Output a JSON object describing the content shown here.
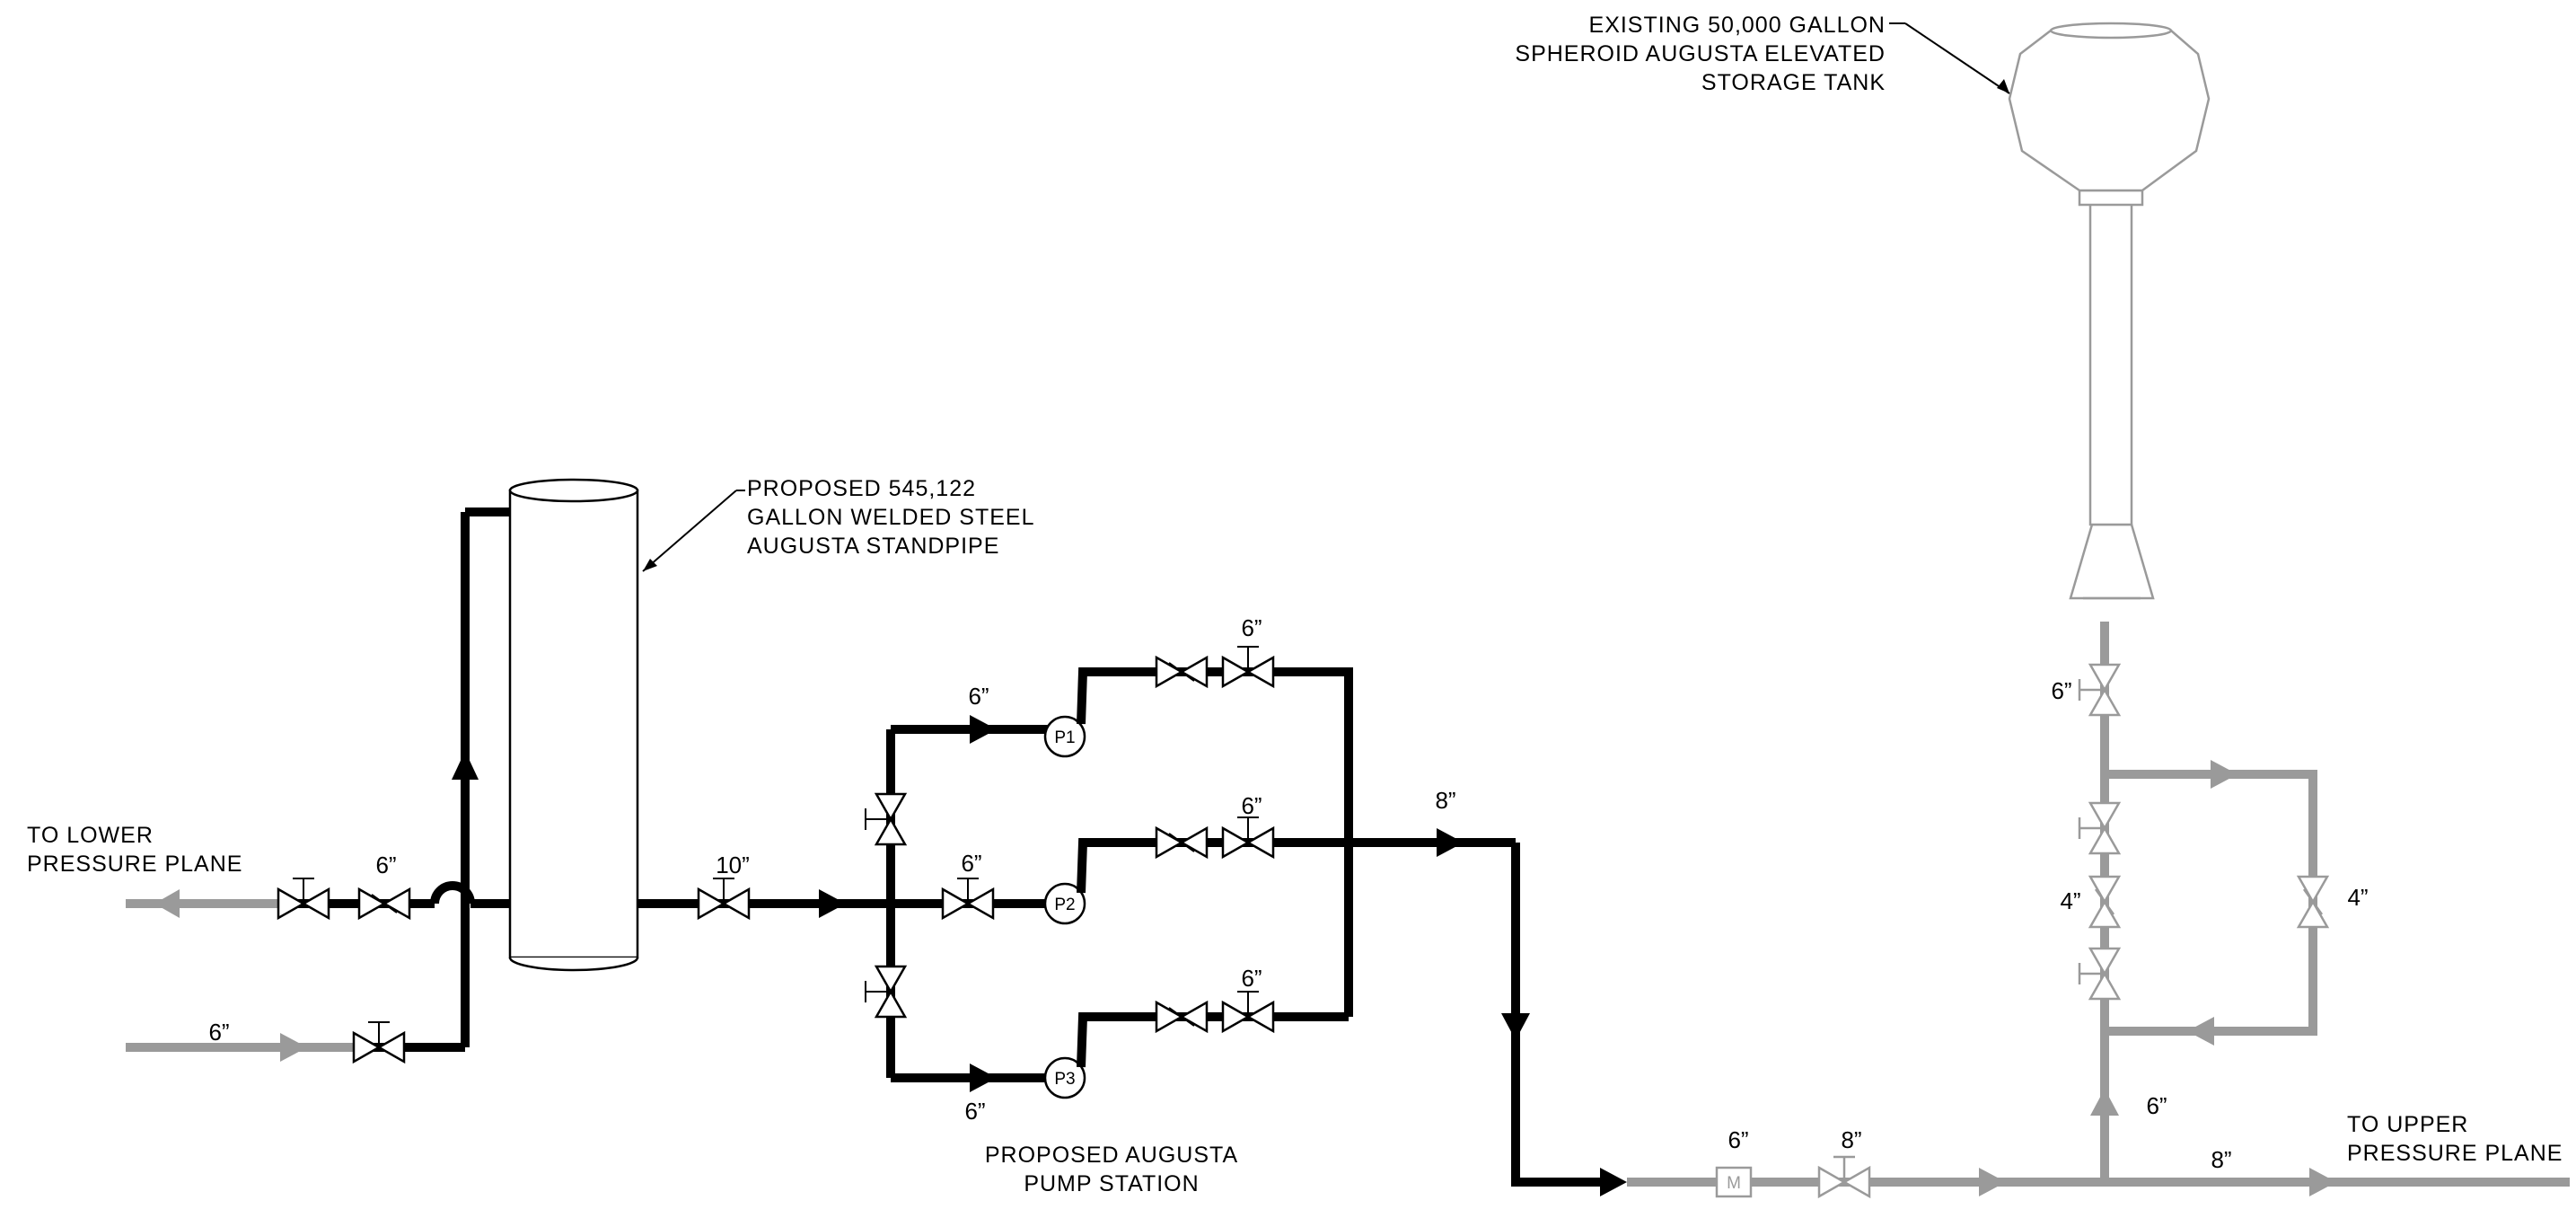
{
  "labels": {
    "to_lower_line1": "TO LOWER",
    "to_lower_line2": "PRESSURE PLANE",
    "to_upper_line1": "TO UPPER",
    "to_upper_line2": "PRESSURE PLANE",
    "standpipe_line1": "PROPOSED 545,122",
    "standpipe_line2": "GALLON WELDED STEEL",
    "standpipe_line3": "AUGUSTA STANDPIPE",
    "tank_line1": "EXISTING 50,000 GALLON",
    "tank_line2": "SPHEROID AUGUSTA ELEVATED",
    "tank_line3": "STORAGE TANK",
    "pump_station_line1": "PROPOSED AUGUSTA",
    "pump_station_line2": "PUMP STATION"
  },
  "pumps": [
    "P1",
    "P2",
    "P3"
  ],
  "pipe_sizes": {
    "inlet_top": "6”",
    "inlet_bottom": "6”",
    "standpipe_out": "10”",
    "p1_suction": "6”",
    "p2_suction": "6”",
    "p3_suction": "6”",
    "p1_discharge": "6”",
    "p2_discharge": "6”",
    "p3_discharge": "6”",
    "header": "8”",
    "meter": "6”",
    "main_valve": "8”",
    "upper_main": "8”",
    "riser": "6”",
    "tank_outlet": "6”",
    "bypass_left": "4”",
    "bypass_right": "4”"
  },
  "meter_symbol": "M",
  "colors": {
    "proposed": "#000000",
    "existing": "#9a9a9a"
  }
}
